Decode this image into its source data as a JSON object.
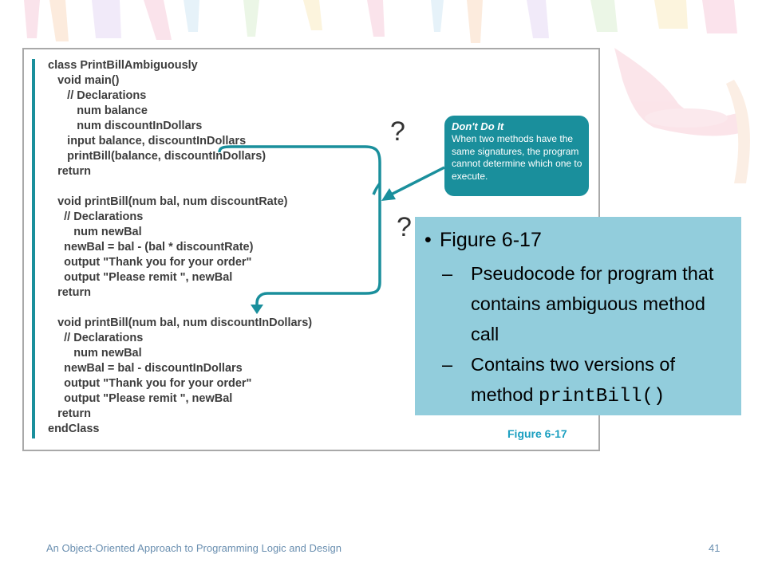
{
  "figure": {
    "code_lines": [
      "class PrintBillAmbiguously",
      "   void main()",
      "      // Declarations",
      "         num balance",
      "         num discountInDollars",
      "      input balance, discountInDollars",
      "      printBill(balance, discountInDollars)",
      "   return",
      "",
      "   void printBill(num bal, num discountRate)",
      "     // Declarations",
      "        num newBal",
      "     newBal = bal - (bal * discountRate)",
      "     output \"Thank you for your order\"",
      "     output \"Please remit \", newBal",
      "   return",
      "",
      "   void printBill(num bal, num discountInDollars)",
      "     // Declarations",
      "        num newBal",
      "     newBal = bal - discountInDollars",
      "     output \"Thank you for your order\"",
      "     output \"Please remit \", newBal",
      "   return",
      "endClass"
    ],
    "question_mark": "?",
    "callout": {
      "title": "Don't Do It",
      "body": "When two methods have the same signatures, the program cannot determine which one to execute."
    },
    "caption": "Figure 6-17"
  },
  "bullets": {
    "main": "Figure 6-17",
    "dash": "–",
    "sub1": "Pseudocode for program that contains ambiguous method call",
    "sub2_text": "Contains two versions of method ",
    "sub2_code": "printBill()"
  },
  "footer": {
    "book_title": "An Object-Oriented Approach to Programming Logic and Design",
    "page_number": "41"
  },
  "colors": {
    "accent_teal": "#1a8f9c",
    "bullet_box": "#92cddc",
    "caption": "#1a9fc0"
  }
}
